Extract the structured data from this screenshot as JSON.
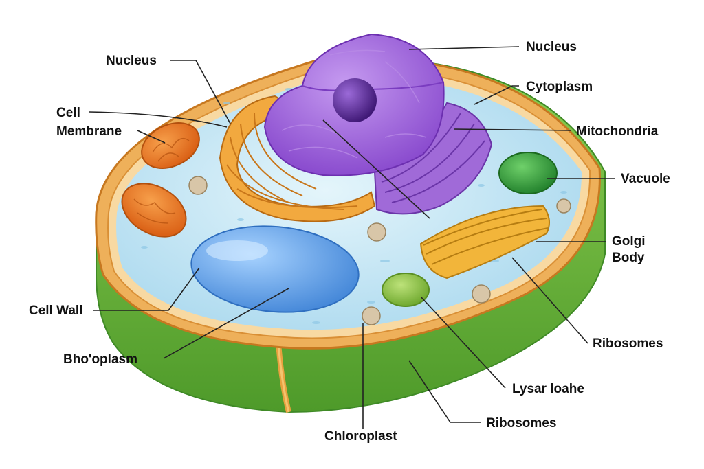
{
  "labels": {
    "nucleus_left": "Nucleus",
    "nucleus_right": "Nucleus",
    "cytoplasm": "Cytoplasm",
    "cell_membrane_line1": "Cell",
    "cell_membrane_line2": "Membrane",
    "mitochondria": "Mitochondria",
    "vacuole": "Vacuole",
    "golgi_line1": "Golgi",
    "golgi_line2": "Body",
    "cell_wall": "Cell Wall",
    "protoplasm": "Bho'oplasm",
    "ribosomes_right": "Ribosomes",
    "lysosome": "Lysar loahe",
    "ribosomes_bottom": "Ribosomes",
    "chloroplast": "Chloroplast"
  },
  "colors": {
    "cell_wall_green": "#6fb63c",
    "cell_wall_dark": "#3f8a26",
    "rim_orange": "#e89a3c",
    "cytoplasm_blue": "#bfe3f3",
    "nucleus_purple": "#9b5fd6",
    "nucleolus_purple": "#5a2a98",
    "er_orange": "#f0a23a",
    "mito_orange": "#ef7a1f",
    "vacuole_blue": "#5b9fe6",
    "golgi_yellow": "#f2b53a",
    "lysosome_green": "#8cc63f",
    "vacuole_small_green": "#3fa83a"
  }
}
